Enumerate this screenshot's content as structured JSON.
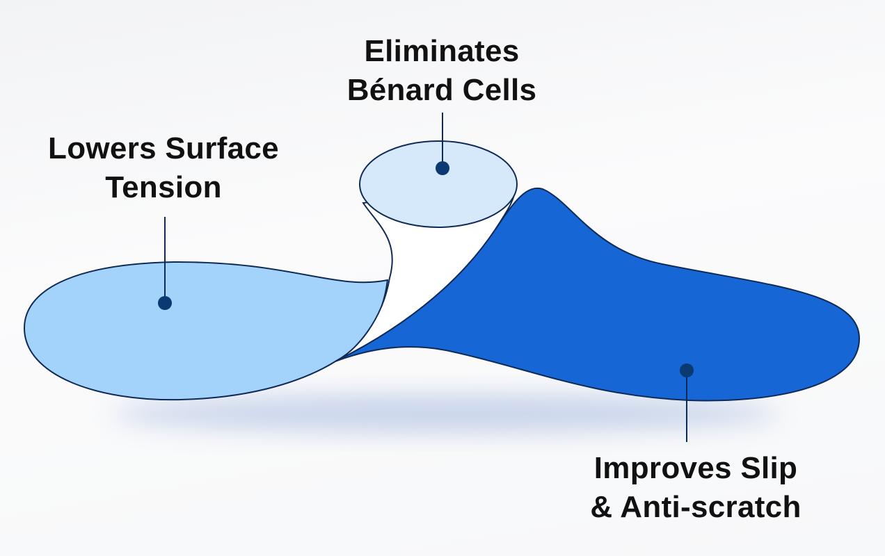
{
  "labels": {
    "surface_tension": [
      "Lowers Surface",
      "Tension"
    ],
    "benard_cells": [
      "Eliminates",
      "Bénard Cells"
    ],
    "slip": [
      "Improves Slip",
      "& Anti-scratch"
    ]
  },
  "colors": {
    "light_blue": "#a3d2fa",
    "pale_blue": "#d6e9fb",
    "dark_blue": "#1766d6",
    "outline": "#0e2a55",
    "marker": "#0b3a72"
  }
}
